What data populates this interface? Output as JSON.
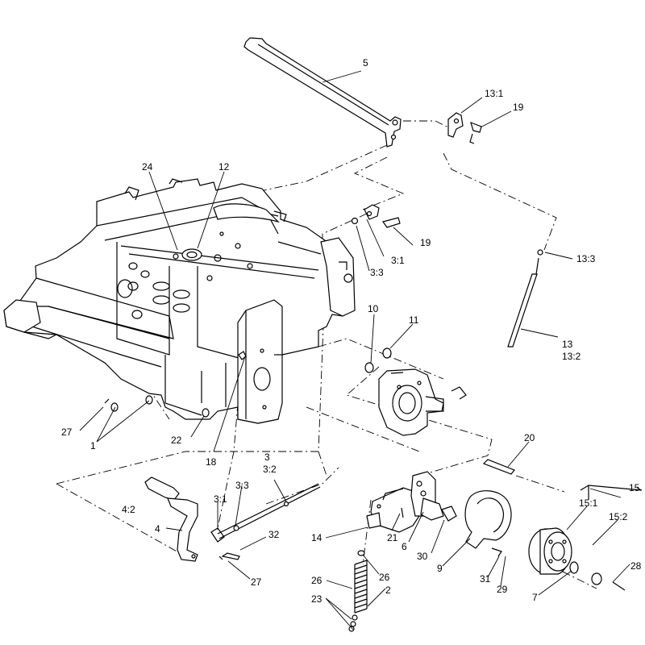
{
  "callouts": {
    "p5": "5",
    "p13_1": "13:1",
    "p19a": "19",
    "p24": "24",
    "p12": "12",
    "p19b": "19",
    "p3_1a": "3:1",
    "p3_3a": "3:3",
    "p13_3": "13:3",
    "p10": "10",
    "p11": "11",
    "p13": "13",
    "p13_2": "13:2",
    "p27a": "27",
    "p1": "1",
    "p22": "22",
    "p18": "18",
    "p20": "20",
    "p3": "3",
    "p3_2": "3:2",
    "p15": "15",
    "p3_3b": "3:3",
    "p3_1b": "3:1",
    "p4_2": "4:2",
    "p15_1": "15:1",
    "p15_2": "15:2",
    "p4": "4",
    "p32": "32",
    "p14": "14",
    "p21": "21",
    "p6": "6",
    "p30": "30",
    "p9": "9",
    "p28": "28",
    "p27b": "27",
    "p26a": "26",
    "p26b": "26",
    "p2": "2",
    "p31": "31",
    "p29": "29",
    "p7": "7",
    "p23": "23"
  }
}
